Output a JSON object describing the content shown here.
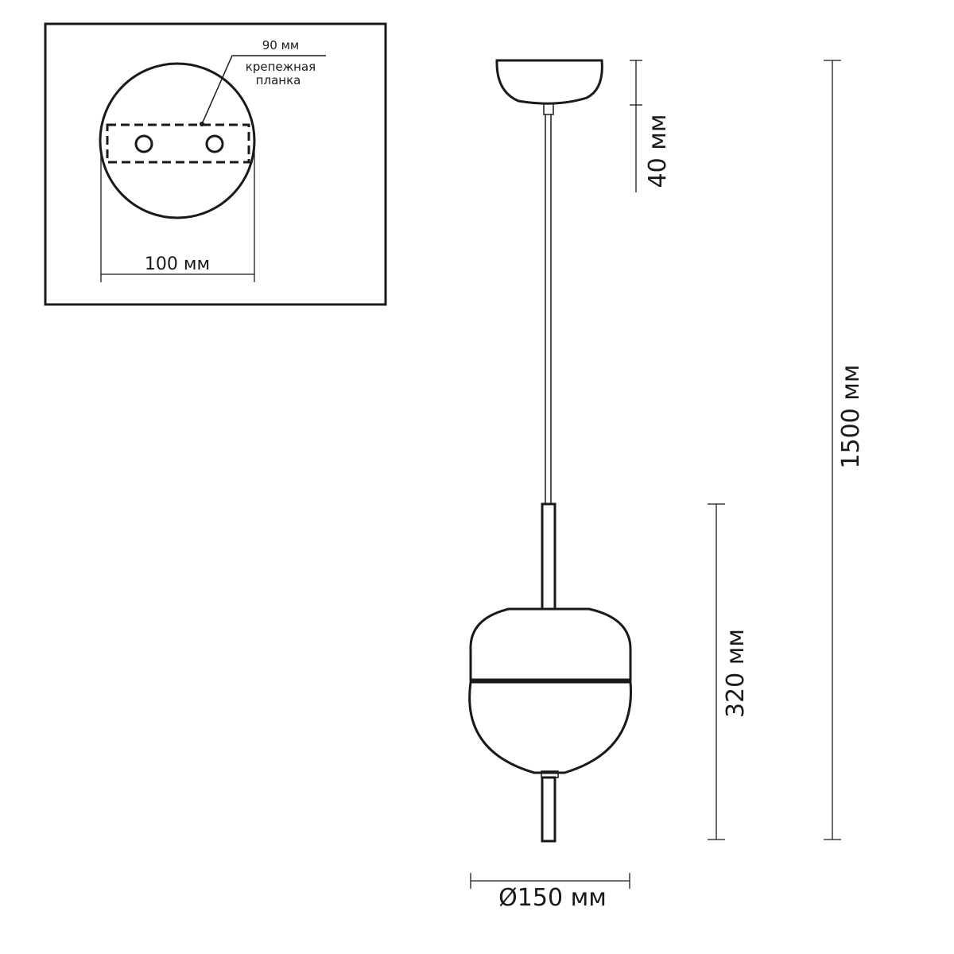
{
  "inset": {
    "top_width_label": "90 мм",
    "plate_label_line1": "крепежная",
    "plate_label_line2": "планка",
    "bottom_width_label": "100 мм"
  },
  "dimensions": {
    "canopy_height": "40 мм",
    "total_length": "1500 мм",
    "shade_height": "320 мм",
    "shade_diameter": "Ø150 мм"
  },
  "colors": {
    "line": "#1a1a1a",
    "background": "#ffffff"
  }
}
